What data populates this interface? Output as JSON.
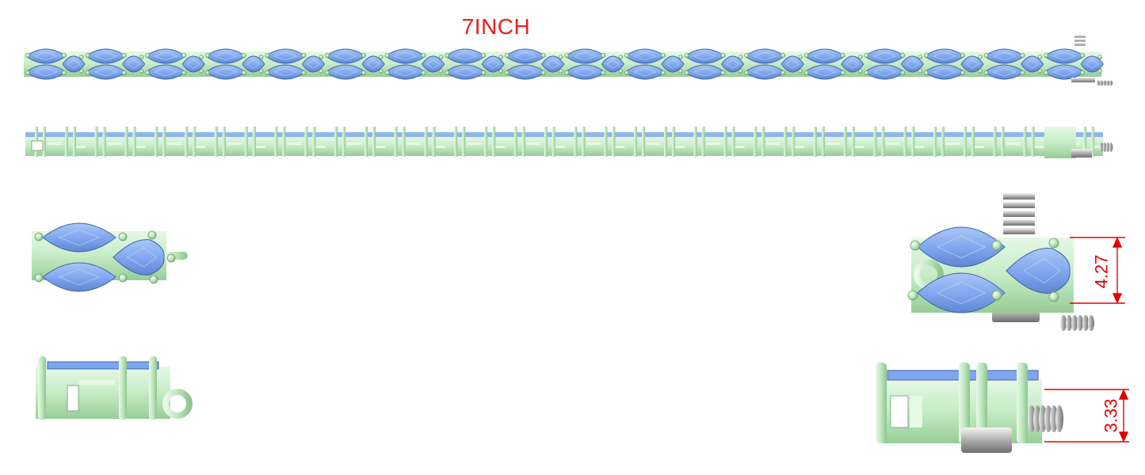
{
  "title": "7INCH",
  "dimensions": {
    "width_mm": "4.27",
    "height_mm": "3.33"
  },
  "colors": {
    "metal": "#c6ecc6",
    "metal_dark": "#9fd19f",
    "stone": "#7ea6ee",
    "stone_dark": "#4f73b8",
    "clasp": "#b8b8b8",
    "dimension": "#e00000",
    "title": "#e8201c"
  }
}
